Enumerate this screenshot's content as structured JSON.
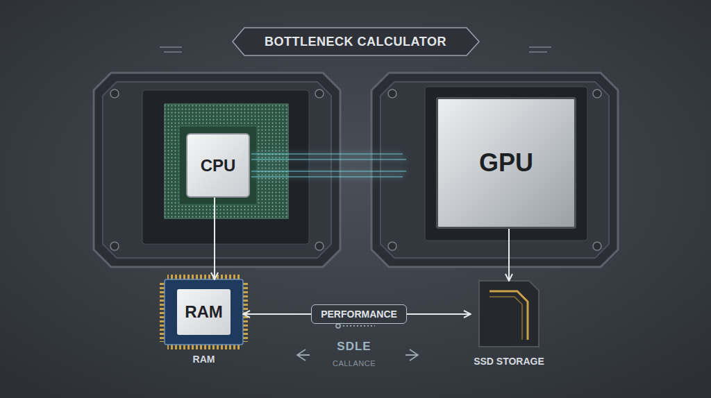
{
  "diagram": {
    "title": "BOTTLENECK CALCULATOR",
    "nodes": [
      {
        "text": [
          "CPU"
        ]
      },
      {
        "text": [
          "GPU"
        ]
      },
      {
        "text": [
          "RAM",
          "RAM"
        ]
      },
      {
        "text": [
          "PERFORMANCE"
        ]
      },
      {
        "text": [
          "SSD STORAGE"
        ]
      }
    ],
    "edges": [
      {
        "from": 0,
        "to": 1,
        "arrow": "to"
      },
      {
        "from": 0,
        "to": 2,
        "arrow": "to"
      },
      {
        "from": 1,
        "to": 4,
        "arrow": "to"
      },
      {
        "from": 3,
        "to": 2,
        "arrow": "to"
      },
      {
        "from": 3,
        "to": 4,
        "arrow": "to"
      }
    ],
    "labels": [
      "SDLE",
      "CALLANCE"
    ]
  }
}
